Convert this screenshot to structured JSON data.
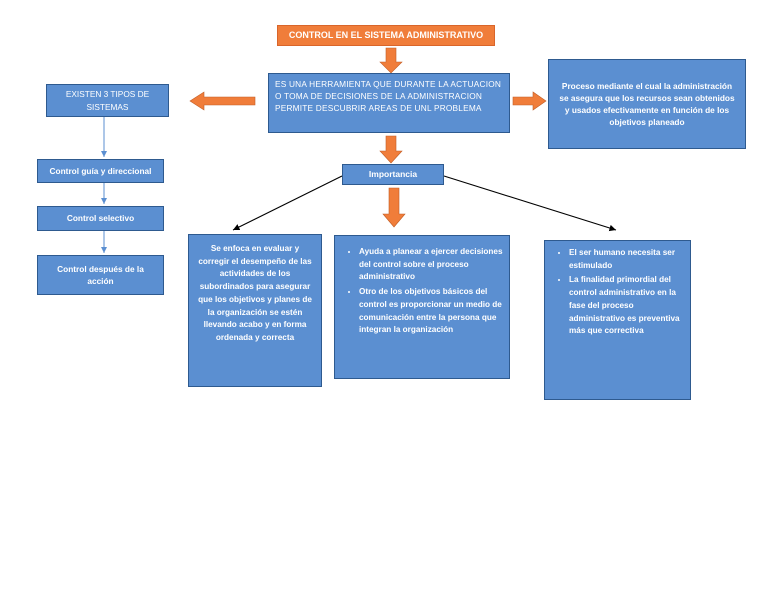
{
  "title": "CONTROL EN EL SISTEMA ADMINISTRATIVO",
  "definition": "ES UNA HERRAMIENTA QUE DURANTE LA ACTUACION O TOMA DE DECISIONES DE LA ADMINISTRACION PERMITE DESCUBRIR AREAS DE UNL PROBLEMA",
  "process": "Proceso mediante el cual la administración se asegura que los recursos sean obtenidos y usados efectivamente en función de los objetivos planeado",
  "types_header": "EXISTEN 3 TIPOS DE SISTEMAS",
  "types": [
    "Control guía y direccional",
    "Control selectivo",
    "Control después de la acción"
  ],
  "importance": "Importancia",
  "importance_left": "Se enfoca en evaluar y corregir el desempeño de las actividades de los subordinados para asegurar que los objetivos y planes de la organización se estén llevando acabo y en forma ordenada y correcta",
  "importance_middle": [
    "Ayuda a planear a ejercer decisiones del control sobre el proceso administrativo",
    "Otro de los objetivos básicos del control es proporcionar un medio de comunicación entre la persona que integran la organización"
  ],
  "importance_right": [
    "El ser humano necesita ser estimulado",
    "La finalidad primordial del control administrativo en la fase del proceso administrativo es preventiva más que correctiva"
  ],
  "colors": {
    "box_fill": "#5b8fd1",
    "box_border": "#2e5a8f",
    "title_fill": "#f07d3a",
    "arrow_orange": "#f07d3a"
  }
}
